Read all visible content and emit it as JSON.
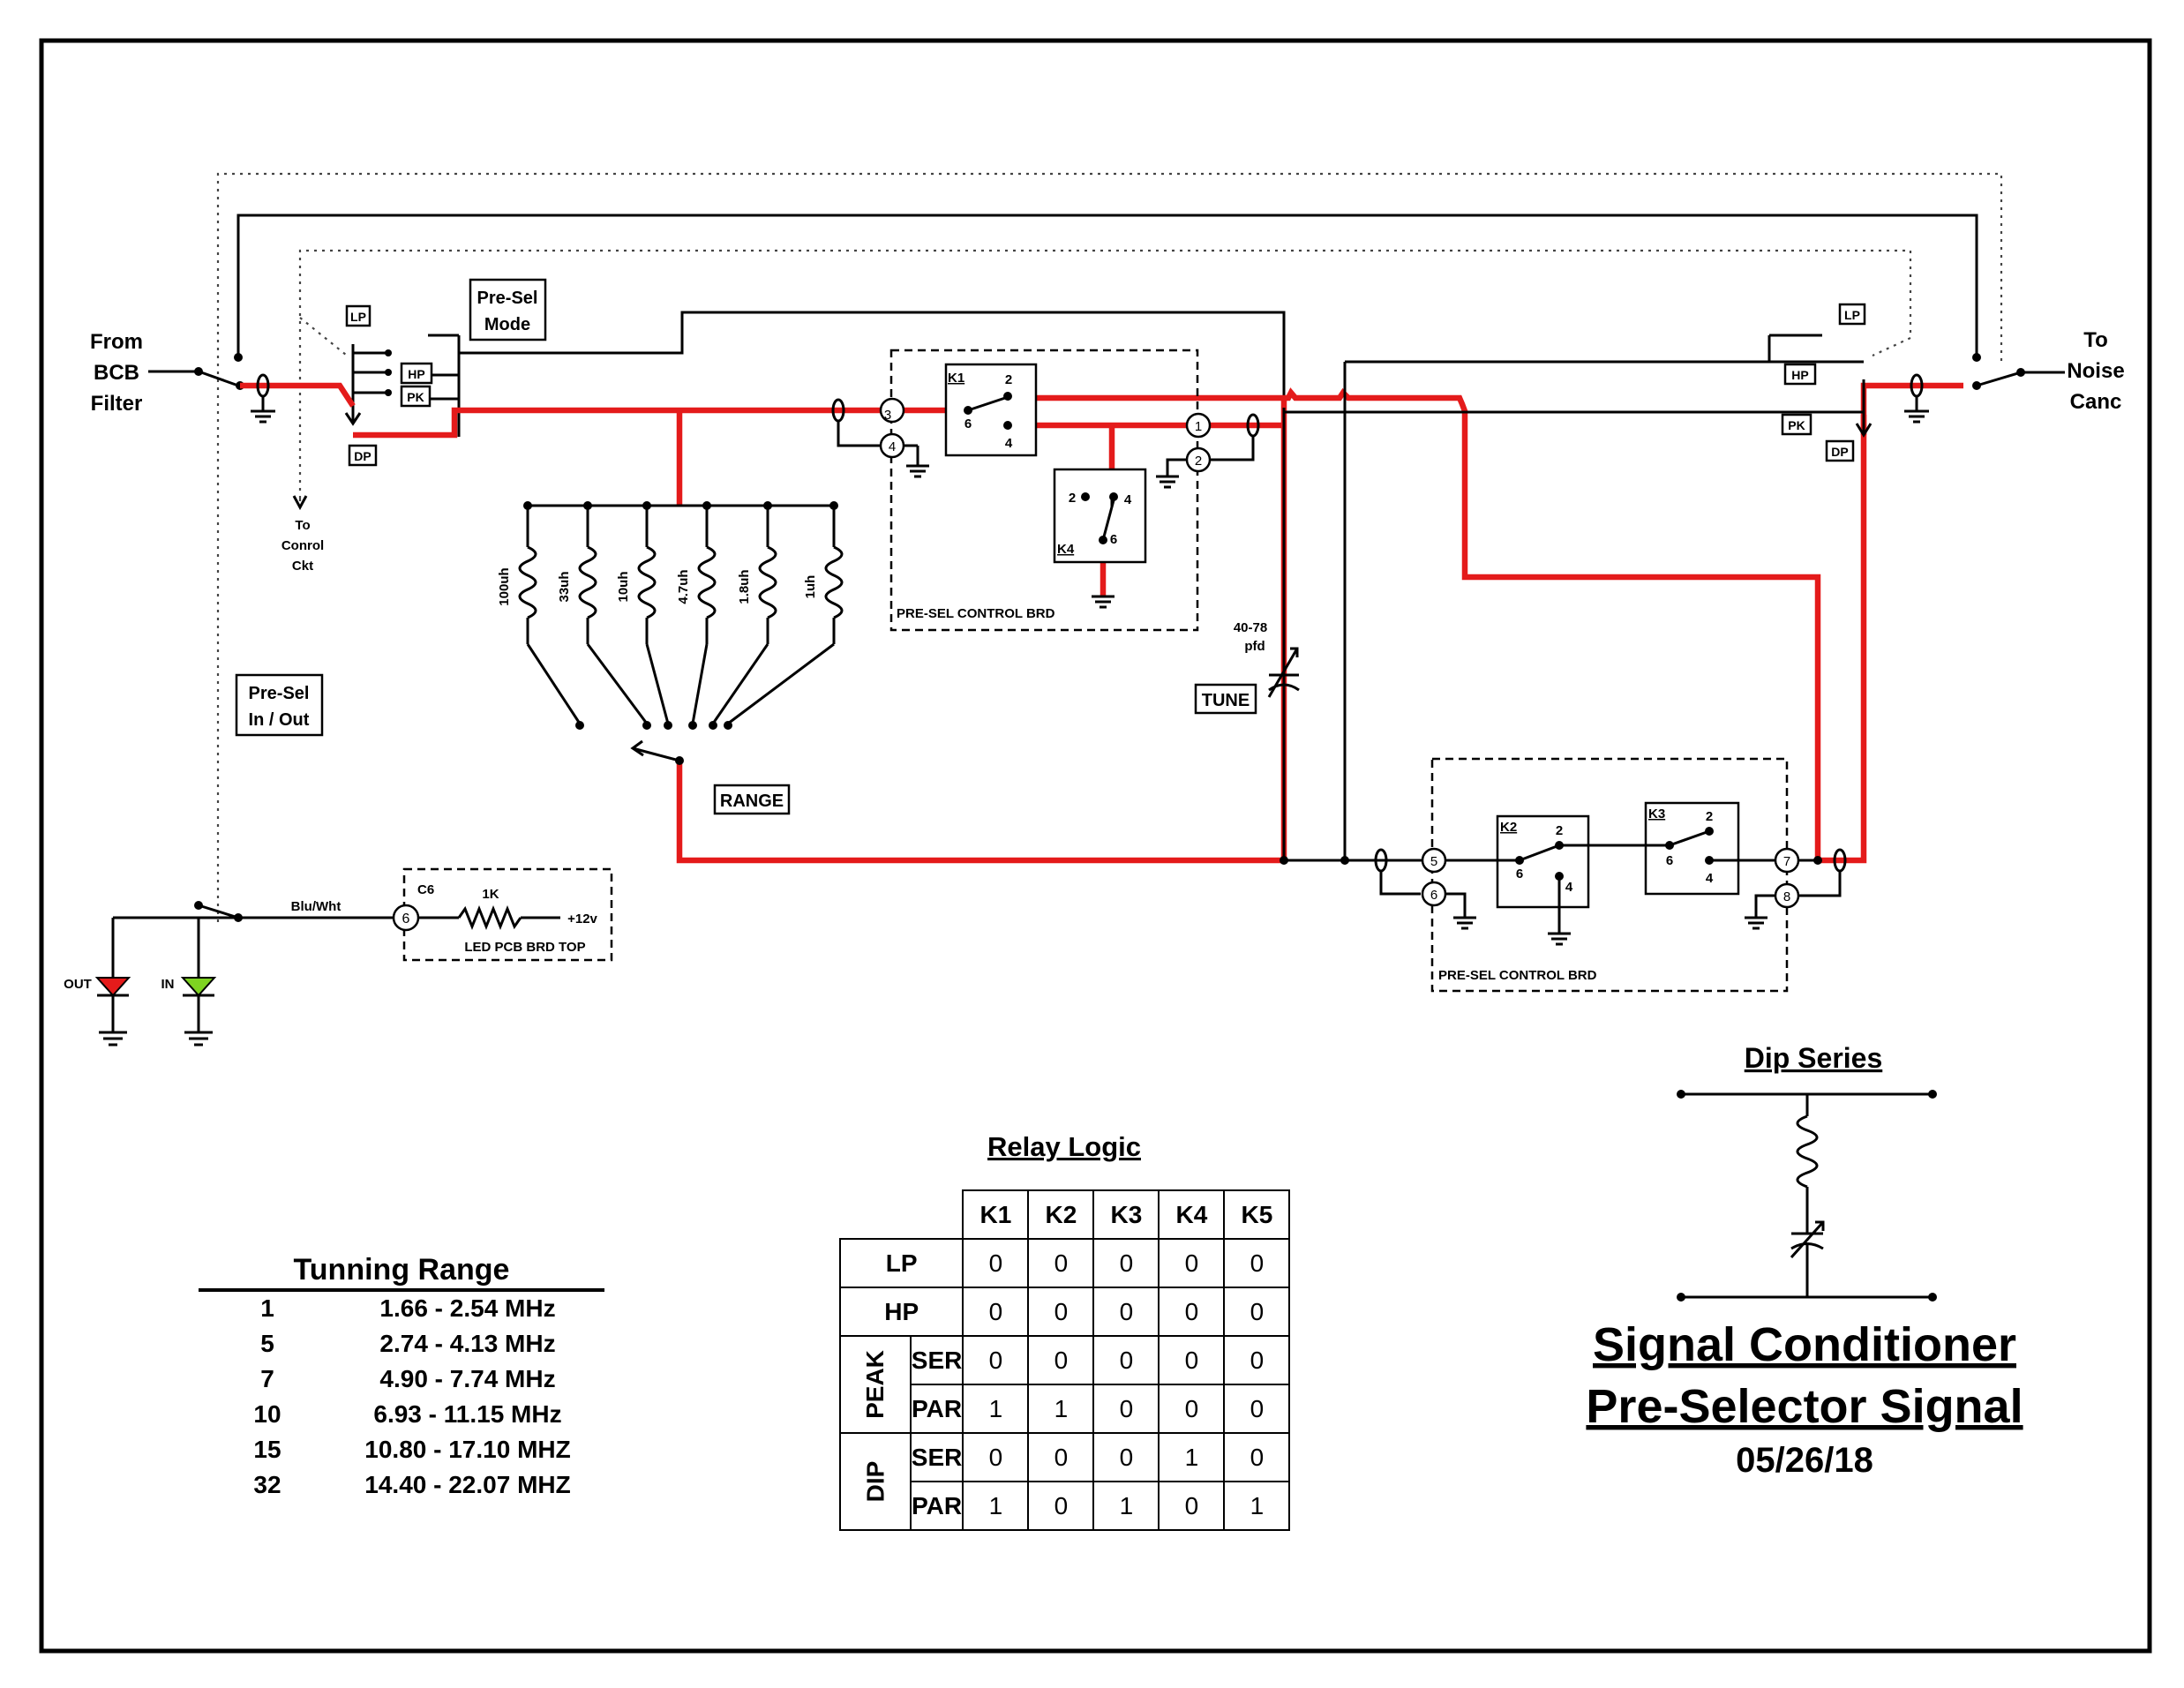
{
  "labels": {
    "from": [
      "From",
      "BCB",
      "Filter"
    ],
    "to": [
      "To",
      "Noise",
      "Canc"
    ],
    "presel_mode": [
      "Pre-Sel",
      "Mode"
    ],
    "presel_inout": [
      "Pre-Sel",
      "In / Out"
    ],
    "to_control": [
      "To",
      "Conrol",
      "Ckt"
    ],
    "lp": "LP",
    "hp": "HP",
    "pk": "PK",
    "dp": "DP",
    "range": "RANGE",
    "tune": "TUNE",
    "cap_value": [
      "40-78",
      "pfd"
    ],
    "presel_control_brd": "PRE-SEL CONTROL BRD",
    "led_pcb": "LED PCB BRD TOP",
    "c6": "C6",
    "resistor": "1K",
    "supply": "+12v",
    "wire": "Blu/Wht",
    "out_led": "OUT",
    "in_led": "IN",
    "k1": "K1",
    "k2": "K2",
    "k3": "K3",
    "k4": "K4",
    "inductors": [
      "100uh",
      "33uh",
      "10uh",
      "4.7uh",
      "1.8uh",
      "1uh"
    ],
    "dip_series": "Dip Series"
  },
  "tuning_range": {
    "title": "Tunning Range",
    "rows": [
      {
        "setting": "1",
        "range": "1.66 - 2.54 MHz"
      },
      {
        "setting": "5",
        "range": "2.74 - 4.13 MHz"
      },
      {
        "setting": "7",
        "range": "4.90 - 7.74 MHz"
      },
      {
        "setting": "10",
        "range": "6.93 - 11.15 MHz"
      },
      {
        "setting": "15",
        "range": "10.80 - 17.10 MHZ"
      },
      {
        "setting": "32",
        "range": "14.40 - 22.07 MHZ"
      }
    ]
  },
  "relay_logic": {
    "title": "Relay Logic",
    "columns": [
      "K1",
      "K2",
      "K3",
      "K4",
      "K5"
    ],
    "groups": {
      "peak": "PEAK",
      "dip": "DIP"
    },
    "rows": [
      {
        "label": "LP",
        "values": [
          "0",
          "0",
          "0",
          "0",
          "0"
        ]
      },
      {
        "label": "HP",
        "values": [
          "0",
          "0",
          "0",
          "0",
          "0"
        ]
      },
      {
        "label": "SER",
        "values": [
          "0",
          "0",
          "0",
          "0",
          "0"
        ]
      },
      {
        "label": "PAR",
        "values": [
          "1",
          "1",
          "0",
          "0",
          "0"
        ]
      },
      {
        "label": "SER",
        "values": [
          "0",
          "0",
          "0",
          "1",
          "0"
        ]
      },
      {
        "label": "PAR",
        "values": [
          "1",
          "0",
          "1",
          "0",
          "1"
        ]
      }
    ]
  },
  "title_block": {
    "line1": "Signal Conditioner",
    "line2": "Pre-Selector Signal",
    "date": "05/26/18"
  },
  "colors": {
    "signal_path": "#e41b1b",
    "out_led": "#e41b1b",
    "in_led": "#7ed321",
    "wire": "#000000"
  }
}
